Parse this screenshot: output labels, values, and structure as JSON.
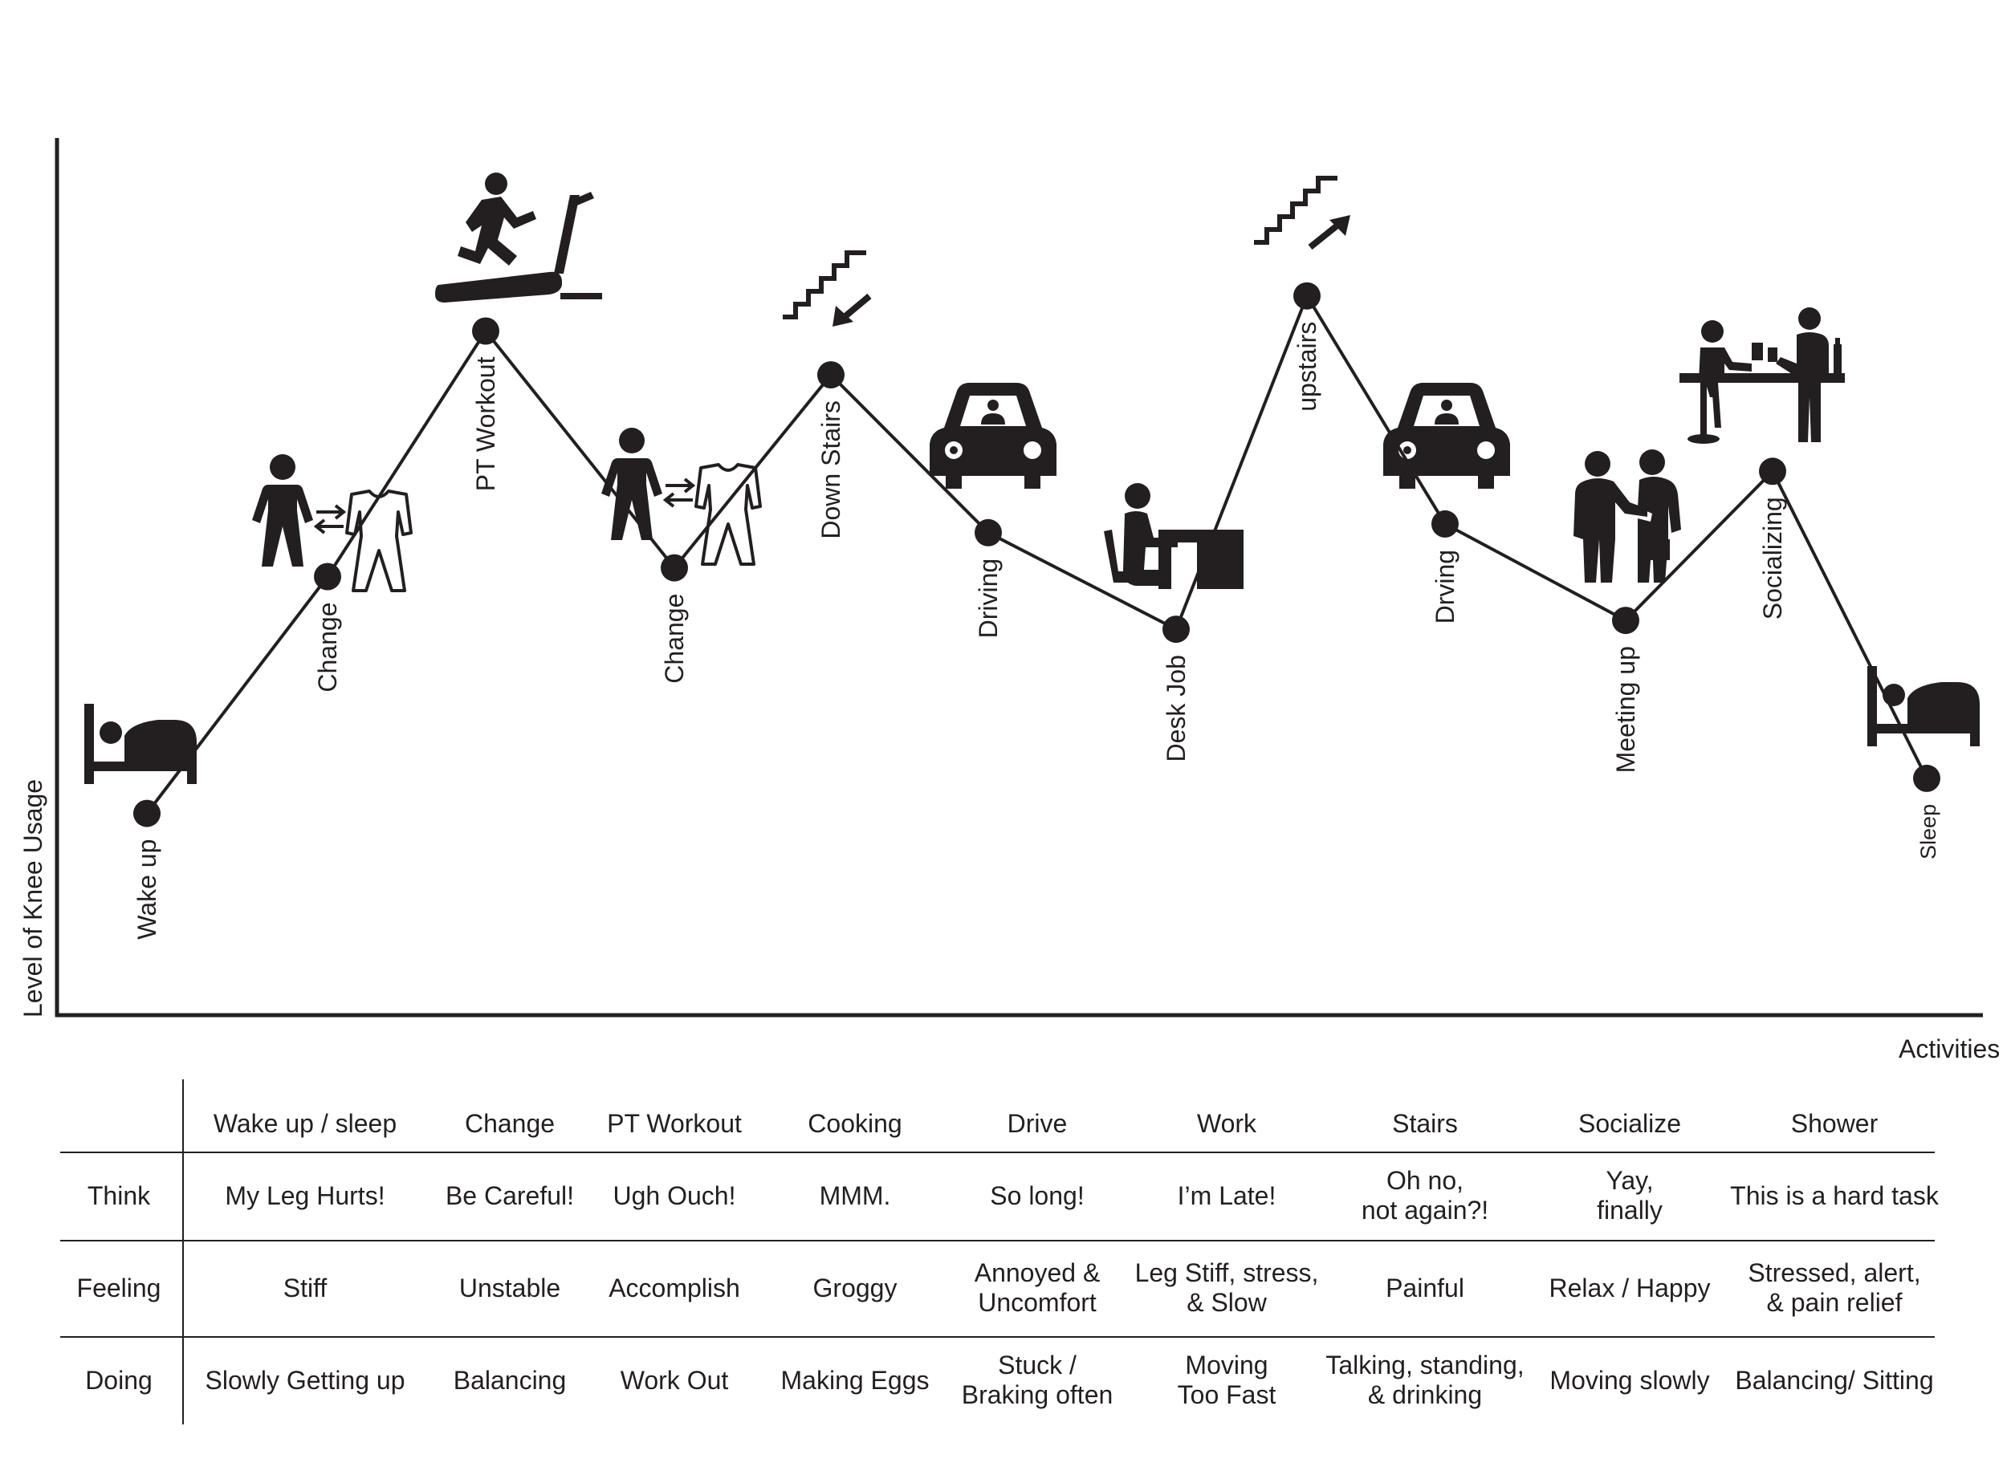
{
  "chart_data": {
    "type": "line",
    "ylabel": "Level of Knee Usage",
    "xlabel": "Activities",
    "points": [
      {
        "label": "Wake up",
        "y": 0.23,
        "icon": "bed-icon"
      },
      {
        "label": "Change",
        "y": 0.5,
        "icon": "changing-clothes-icon"
      },
      {
        "label": "PT Workout",
        "y": 0.78,
        "icon": "treadmill-runner-icon"
      },
      {
        "label": "Change",
        "y": 0.51,
        "icon": "changing-clothes-icon"
      },
      {
        "label": "Down Stairs",
        "y": 0.73,
        "icon": "stairs-down-icon"
      },
      {
        "label": "Driving",
        "y": 0.55,
        "icon": "car-icon"
      },
      {
        "label": "Desk Job",
        "y": 0.44,
        "icon": "desk-worker-icon"
      },
      {
        "label": "upstairs",
        "y": 0.82,
        "icon": "stairs-up-icon"
      },
      {
        "label": "Drving",
        "y": 0.56,
        "icon": "car-icon"
      },
      {
        "label": "Meeting up",
        "y": 0.45,
        "icon": "handshake-icon"
      },
      {
        "label": "Socializing",
        "y": 0.62,
        "icon": "bar-drinks-icon"
      },
      {
        "label": "Sleep",
        "y": 0.27,
        "icon": "bed-icon"
      }
    ]
  },
  "table": {
    "columns": [
      "Wake up / sleep",
      "Change",
      "PT Workout",
      "Cooking",
      "Drive",
      "Work",
      "Stairs",
      "Socialize",
      "Shower"
    ],
    "rows": [
      {
        "label": "Think",
        "cells": [
          "My Leg Hurts!",
          "Be Careful!",
          "Ugh Ouch!",
          "MMM.",
          "So long!",
          "I’m Late!",
          "Oh no,\nnot again?!",
          "Yay,\nfinally",
          "This is a hard task"
        ]
      },
      {
        "label": "Feeling",
        "cells": [
          "Stiff",
          "Unstable",
          "Accomplish",
          "Groggy",
          "Annoyed &\nUncomfort",
          "Leg Stiff, stress,\n& Slow",
          "Painful",
          "Relax / Happy",
          "Stressed, alert,\n& pain relief"
        ]
      },
      {
        "label": "Doing",
        "cells": [
          "Slowly Getting up",
          "Balancing",
          "Work Out",
          "Making Eggs",
          "Stuck /\nBraking often",
          "Moving\nToo Fast",
          "Talking, standing,\n& drinking",
          "Moving slowly",
          "Balancing/ Sitting"
        ]
      }
    ]
  }
}
